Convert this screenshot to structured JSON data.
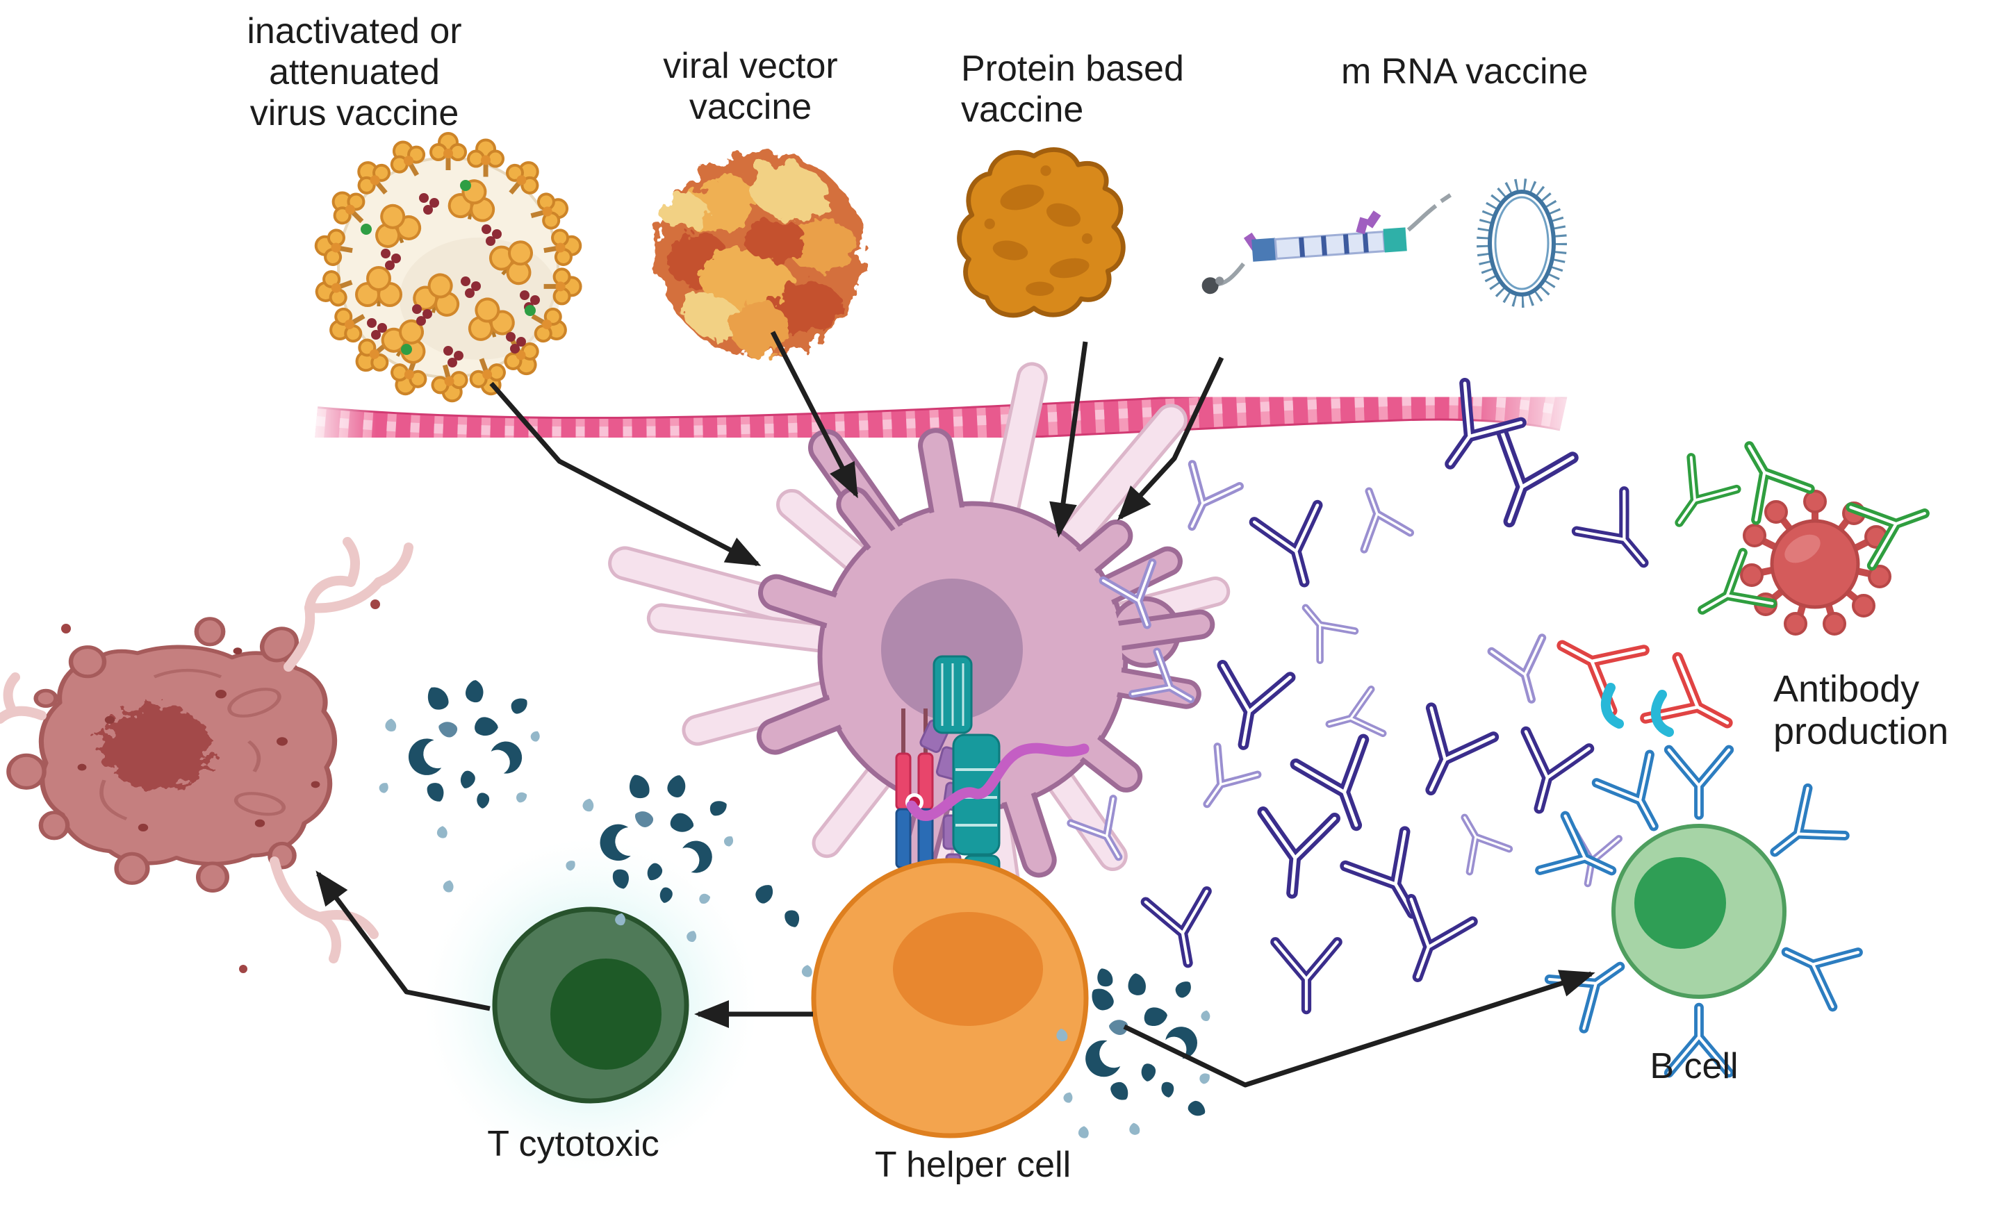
{
  "diagram": {
    "type": "immunology-vaccine-mechanism-figure",
    "labels": {
      "inactivated_virus_vaccine": "inactivated or\nattenuated\nvirus vaccine",
      "viral_vector_vaccine": "viral vector\nvaccine",
      "protein_based_vaccine": "Protein based\nvaccine",
      "mrna_vaccine": "m RNA vaccine",
      "antibody_production": "Antibody\nproduction",
      "t_cytotoxic": "T cytotoxic",
      "t_helper_cell": "T helper cell",
      "b_cell": "B cell"
    },
    "icons": [
      "inactivated-virus-icon",
      "viral-vector-icon",
      "protein-antigen-icon",
      "mrna-construct-icon",
      "lipid-nanoparticle-icon",
      "muscle-tissue-band",
      "dendritic-cell-icon",
      "mhc-receptor-icon",
      "tcr-receptor-icon",
      "cytokine-squiggle-icon",
      "t-helper-cell-icon",
      "t-cytotoxic-cell-icon",
      "killed-infected-cell-icon",
      "cytotoxic-granule-icon",
      "antibody-icon",
      "b-cell-icon",
      "b-cell-receptor-icon",
      "neutralized-virus-icon",
      "antibody-complex-icon",
      "arrow-icon"
    ],
    "colors": {
      "background": "#ffffff",
      "text": "#1c1c1c",
      "arrow": "#1f1f1f",
      "tissue_band": "#e0487e",
      "inactivated_virus_body": "#f8f1e2",
      "inactivated_virus_spikes": "#f0b045",
      "viral_vector": "#d4703c",
      "protein": "#d8891b",
      "mrna_bar": "#dde5f6",
      "mrna_cap": "#4a7ab5",
      "mrna_end": "#2fb0a8",
      "plasmid": "#4a7fa5",
      "dendritic_body": "#d9abc7",
      "dendritic_nucleus": "#b089ad",
      "dendritic_light": "#f6e2ed",
      "t_helper": "#f3a44e",
      "t_helper_nucleus": "#e8872f",
      "t_cytotoxic": "#4f7a58",
      "t_cytotoxic_nucleus": "#1e5a27",
      "t_cytotoxic_glow": "#c6f0ee",
      "infected_cell": "#c57f7f",
      "infected_nucleus": "#a34a4a",
      "b_cell": "#a6d4a6",
      "b_cell_nucleus": "#2f9e55",
      "b_receptor": "#2c7dc0",
      "antibody_dark": "#3a2d8c",
      "antibody_light": "#9a8fd0",
      "antibody_green": "#2f9e3f",
      "antibody_red": "#e04343",
      "antibody_cyan": "#28b8d8",
      "virus_red": "#d45b5b",
      "granule_dark": "#1d4f66",
      "granule_light": "#93b7c9",
      "receptor_red": "#e8456b",
      "receptor_blue": "#2a6cb5",
      "receptor_purple": "#9b6fb5",
      "receptor_teal": "#179a9d",
      "cytokine_squiggle": "#c45ec4"
    }
  }
}
